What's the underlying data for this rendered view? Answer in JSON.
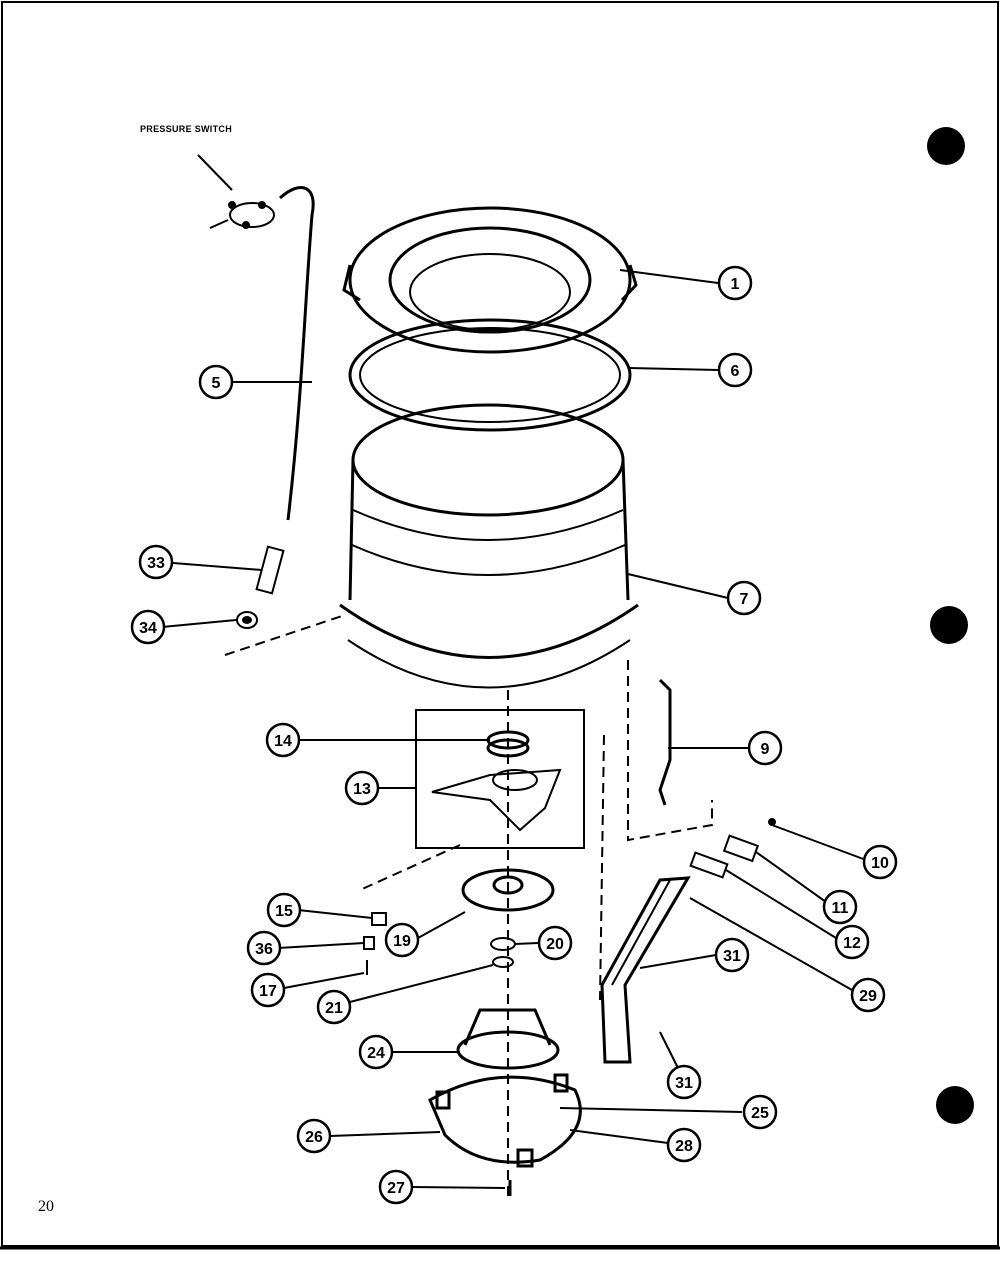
{
  "diagram": {
    "label_pressure_switch": "PRESSURE SWITCH",
    "page_number": "20",
    "callouts": [
      "1",
      "6",
      "5",
      "7",
      "33",
      "34",
      "14",
      "13",
      "9",
      "10",
      "11",
      "12",
      "29",
      "31",
      "31",
      "15",
      "19",
      "36",
      "20",
      "17",
      "21",
      "24",
      "25",
      "26",
      "28",
      "27"
    ]
  }
}
